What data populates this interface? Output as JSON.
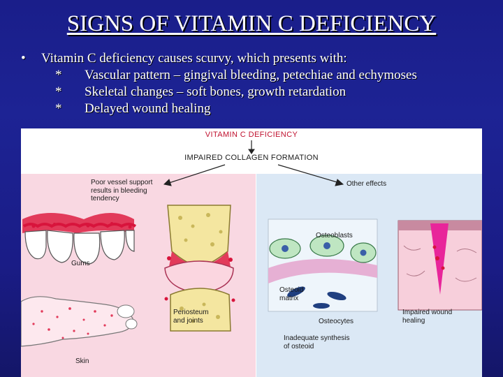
{
  "slide": {
    "title": "SIGNS OF VITAMIN C DEFICIENCY",
    "bullet_symbol": "•",
    "bullet_main": "Vitamin C deficiency causes scurvy, which presents with:",
    "sub_items": [
      {
        "marker": "*",
        "text": "Vascular pattern – gingival bleeding, petechiae and echymoses"
      },
      {
        "marker": "*",
        "text": "Skeletal changes – soft bones, growth retardation"
      },
      {
        "marker": "*",
        "text": "Delayed wound healing"
      }
    ]
  },
  "figure": {
    "top_label": "VITAMIN C DEFICIENCY",
    "impaired_label": "IMPAIRED COLLAGEN FORMATION",
    "left_heading": [
      "Poor vessel support",
      "results in bleeding",
      "tendency"
    ],
    "right_heading": "Other effects",
    "gums_label": "Gums",
    "skin_label": "Skin",
    "periosteum_label": [
      "Periosteum",
      "and joints"
    ],
    "osteoblasts_label": "Osteoblasts",
    "osteoid_label": [
      "Osteoid",
      "matrix"
    ],
    "osteocytes_label": "Osteocytes",
    "inadequate_label": [
      "Inadequate synthesis",
      "of osteoid"
    ],
    "wound_label": [
      "Impaired wound",
      "healing"
    ],
    "colors": {
      "background": "#1a1e8a",
      "left_panel": "#f9d8e2",
      "right_panel": "#dbe8f5",
      "bleeding": "#d8143c"
    }
  }
}
